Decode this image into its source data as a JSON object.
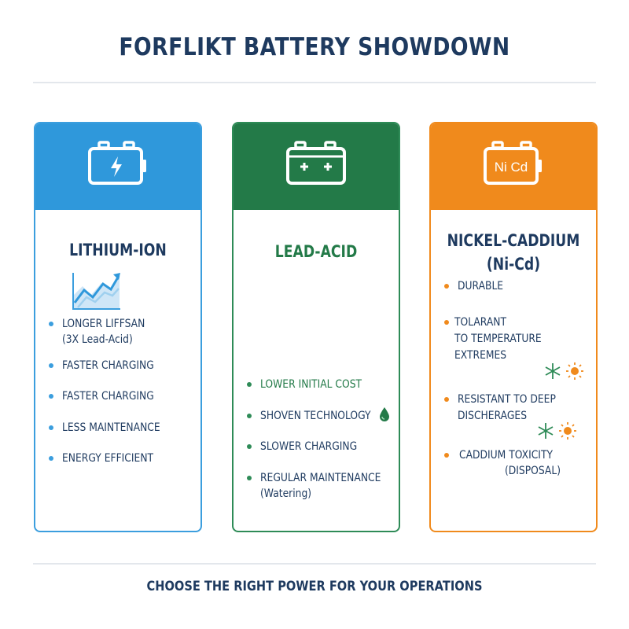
{
  "page": {
    "title": "FORFLIKT BATTERY SHOWDOWN",
    "footer": "CHOOSE THE RIGHT POWER FOR YOUR OPERATIONS"
  },
  "colors": {
    "navy": "#1e3a5f",
    "blue": "#2f98db",
    "green": "#237a48",
    "orange": "#f08a1c"
  },
  "cards": {
    "lithium": {
      "title": "LITHIUM-ION",
      "icon": "battery-lightning-icon",
      "decor_icon": "growth-chart-icon",
      "items": [
        "LONGER LIFFSAN",
        "(3X Lead-Acid)",
        "FASTER CHARGING",
        "FASTER CHARGING",
        "LESS MAINTENANCE",
        "ENERGY EFFICIENT"
      ]
    },
    "lead": {
      "title": "LEAD-ACID",
      "icon": "battery-plus-plus-icon",
      "items": [
        "LOWER INITIAL COST",
        "SHOVEN TECHNOLOGY",
        "SLOWER CHARGING",
        "REGULAR MAINTENANCE",
        "(Watering)"
      ],
      "item_icon": "water-drop-icon"
    },
    "nickel": {
      "title_line1": "NICKEL-CADDIUM",
      "title_line2": "(Ni-Cd)",
      "icon": "battery-nicd-icon",
      "icon_label": "Ni Cd",
      "items": [
        "DURABLE",
        "TOLARANT",
        "TO TEMPERATURE",
        "EXTREMES",
        "RESISTANT TO DEEP",
        "DISCHERAGES",
        "CADDIUM TOXICITY",
        "(DISPOSAL)"
      ],
      "item_icons": [
        "snowflake-icon",
        "sun-icon"
      ]
    }
  }
}
